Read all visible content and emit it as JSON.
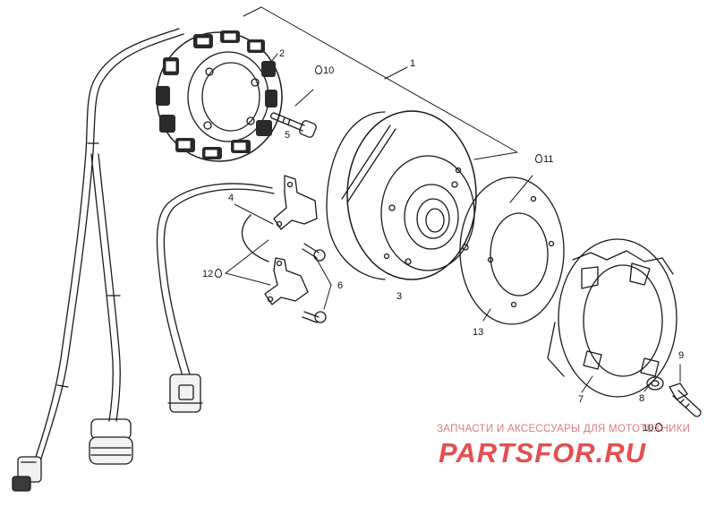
{
  "callouts": {
    "c1": "1",
    "c2": "2",
    "c3": "3",
    "c4": "4",
    "c5": "5",
    "c6": "6",
    "c7": "7",
    "c8": "8",
    "c9": "9",
    "c10_top": "10",
    "c10_bottom": "10",
    "c11": "11",
    "c12": "12",
    "c13": "13"
  },
  "watermark": {
    "tagline": "ЗАПЧАСТИ И АКСЕССУАРЫ ДЛЯ МОТОТЕХНИКИ",
    "logo_text": "PARTSFOR.RU",
    "color": "#e03030"
  },
  "line_color": "#1a1a1a"
}
